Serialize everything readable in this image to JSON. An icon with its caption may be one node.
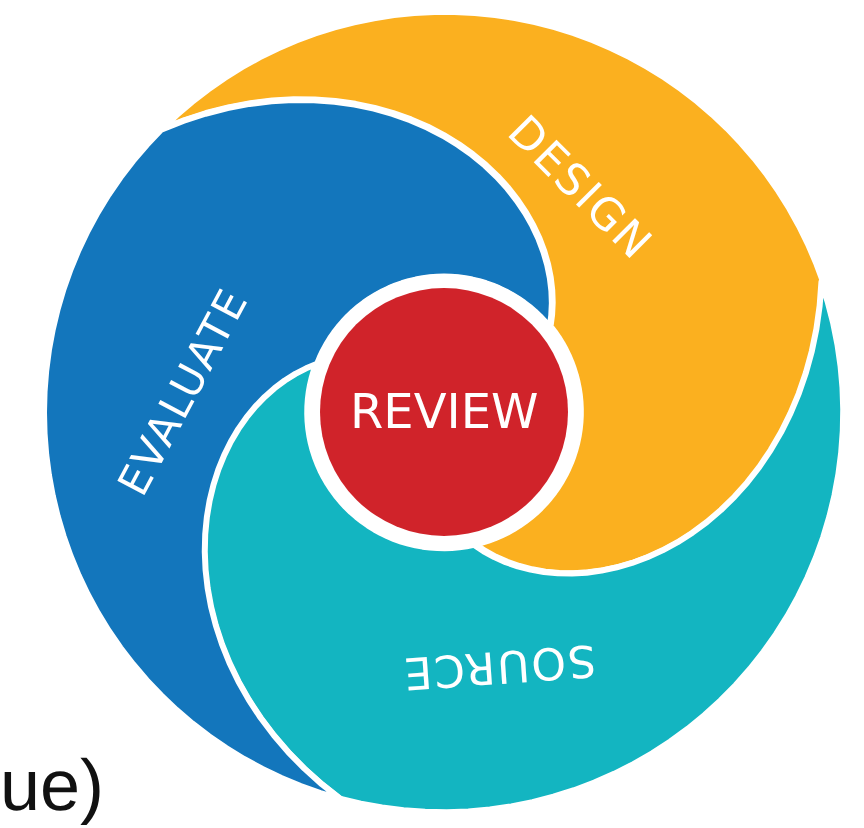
{
  "diagram": {
    "nodes": [
      {
        "text": [
          "DESIGN"
        ]
      },
      {
        "text": [
          "SOURCE"
        ]
      },
      {
        "text": [
          "EVALUATE"
        ]
      },
      {
        "text": [
          "REVIEW"
        ]
      }
    ],
    "labels": [
      "ue)"
    ]
  }
}
